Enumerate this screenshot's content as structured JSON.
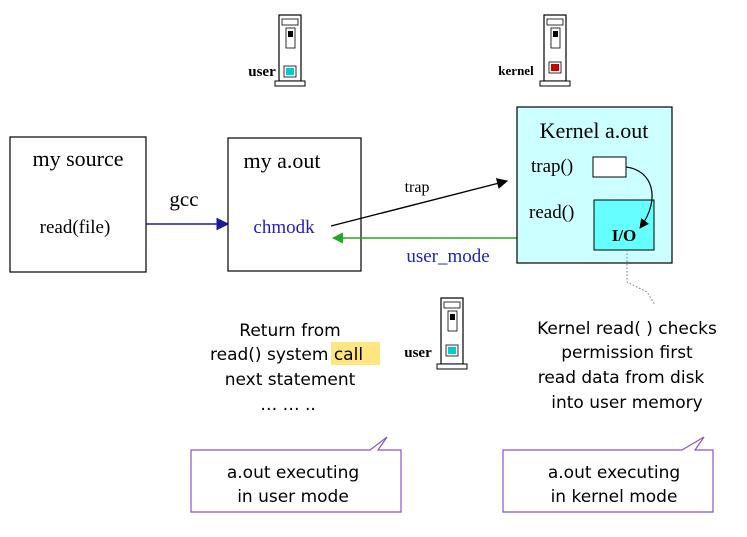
{
  "machines": {
    "user_top": {
      "label": "user",
      "led_color": "#00cccc"
    },
    "kernel_top": {
      "label": "kernel",
      "led_color": "#cc0000"
    },
    "user_mid": {
      "label": "user",
      "led_color": "#00cccc"
    }
  },
  "boxes": {
    "source": {
      "title": "my source",
      "line": "read(file)"
    },
    "aout": {
      "title": "my a.out",
      "line": "chmodk"
    },
    "kernel": {
      "title": "Kernel a.out",
      "trap": "trap()",
      "read": "read()",
      "io": "I/O"
    }
  },
  "arrows": {
    "gcc": "gcc",
    "trap": "trap",
    "user_mode": "user_mode"
  },
  "notes": {
    "return": {
      "line1": "Return from",
      "line2_pre": "read()",
      "line2_hl": "system call",
      "line3": "next statement",
      "line4": "… … .."
    },
    "kernel_read": {
      "line1": "Kernel read( ) checks",
      "line2": "permission first",
      "line3": "read data from disk",
      "line4": "into user memory"
    }
  },
  "callouts": {
    "user": {
      "line1": "a.out executing",
      "line2": "in user mode"
    },
    "kernel": {
      "line1": "a.out executing",
      "line2": "in kernel mode"
    }
  },
  "colors": {
    "blue_text": "#2222bb",
    "green_arrow": "#22aa22",
    "gcc_arrow": "#1a1aa0",
    "cyan_fill": "#ccffff",
    "io_fill": "#66ffff",
    "highlight": "#ffe680",
    "callout_border": "#8855cc"
  }
}
